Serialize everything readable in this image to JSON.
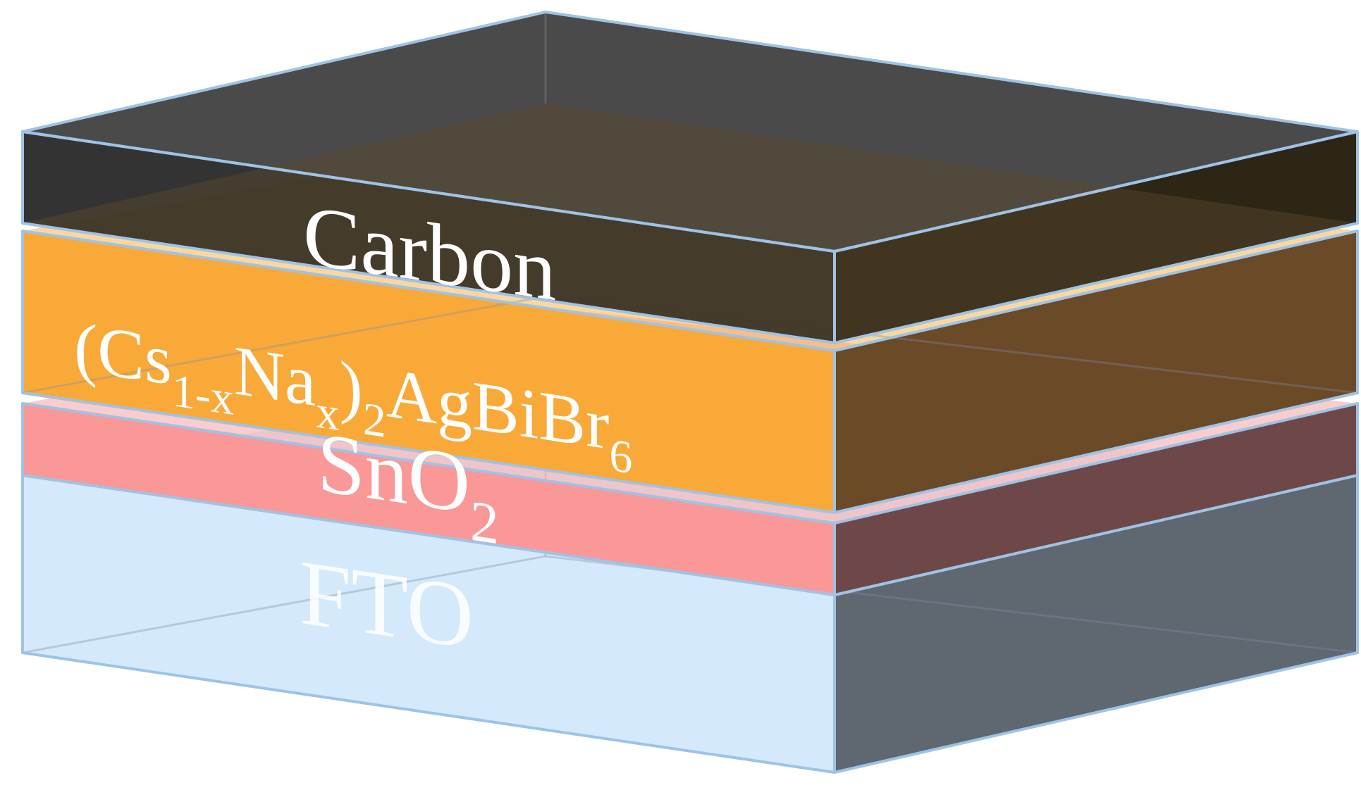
{
  "diagram": {
    "layers": [
      {
        "id": "fto",
        "label": "FTO",
        "front_color": "#d4e9fb",
        "side_color": "#5f6770",
        "top_color": "#cfe3f5",
        "label_color": "#f2f8fe"
      },
      {
        "id": "sno2",
        "label": "SnO",
        "label_subscript": "2",
        "front_color": "#fa9797",
        "side_color": "#6e4848",
        "top_color": "#f7a3a3",
        "label_color": "#ffffff"
      },
      {
        "id": "perovskite",
        "label_parts": [
          {
            "text": "(Cs",
            "sub": false
          },
          {
            "text": "1-x",
            "sub": true
          },
          {
            "text": "Na",
            "sub": false
          },
          {
            "text": "x",
            "sub": true
          },
          {
            "text": ")",
            "sub": false
          },
          {
            "text": "2",
            "sub": true
          },
          {
            "text": "AgBiBr",
            "sub": false
          },
          {
            "text": "6",
            "sub": true
          }
        ],
        "front_color": "#f9a938",
        "side_color": "#6b4a28",
        "top_color": "#f8b03d",
        "label_color": "#ffffff"
      },
      {
        "id": "carbon",
        "label": "Carbon",
        "front_color": "#262626",
        "side_color": "#2d2516",
        "top_color": "#4a4a4a",
        "label_color": "#ffffff"
      }
    ],
    "edge_color": "#9ec3e6"
  }
}
